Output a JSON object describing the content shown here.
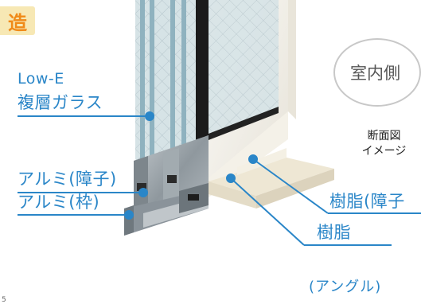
{
  "badge": {
    "text": "造"
  },
  "callouts": {
    "lowe_line1": "Low-E",
    "lowe_line2": "複層ガラス",
    "alumi_sash": "アルミ(障子)",
    "alumi_frame": "アルミ(枠)",
    "resin_sash": "樹脂(障子",
    "resin": "樹脂",
    "angle": "(アングル)"
  },
  "room": {
    "label": "室内側"
  },
  "section": {
    "line1": "断面図",
    "line2": "イメージ"
  },
  "page_mark": "5",
  "colors": {
    "callout_blue": "#2a86c8",
    "badge_bg": "#f7e8b4",
    "badge_text": "#f08a18",
    "resin_frame": "#f2efe6",
    "angle_trim": "#ece5d3",
    "glass": "#c6d8de",
    "aluminum": "#9aa3a8"
  }
}
